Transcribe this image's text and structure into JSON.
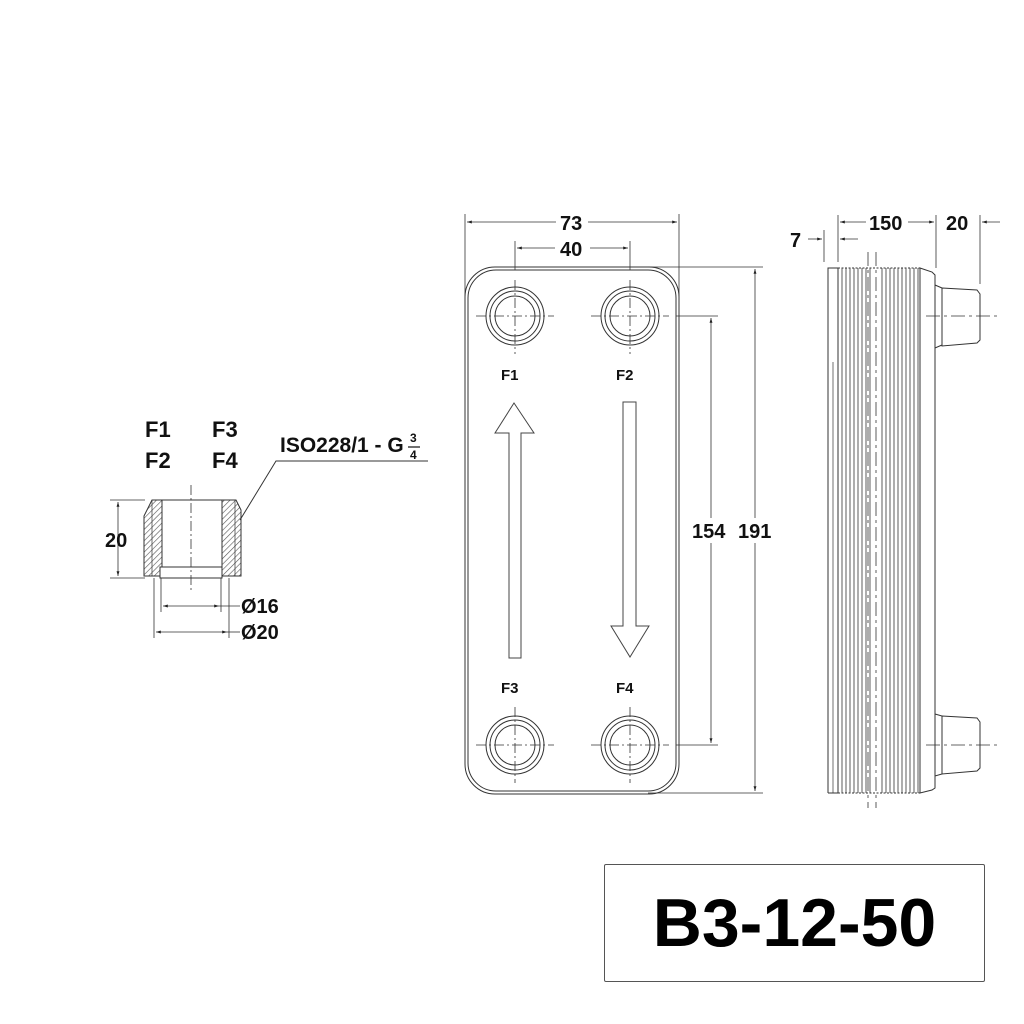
{
  "title_block": {
    "model": "B3-12-50"
  },
  "connection_detail": {
    "ports_col1": [
      "F1",
      "F2"
    ],
    "ports_col2": [
      "F3",
      "F4"
    ],
    "thread_standard": "ISO228/1 - G",
    "thread_size_num": "3",
    "thread_size_den": "4",
    "height_dim": "20",
    "inner_diameter": "Ø16",
    "outer_diameter": "Ø20"
  },
  "front_view": {
    "width_dim": "73",
    "port_spacing_dim": "40",
    "port_vertical_dim": "154",
    "height_dim": "191",
    "ports": [
      "F1",
      "F2",
      "F3",
      "F4"
    ],
    "flow_arrows": [
      "up",
      "down"
    ]
  },
  "side_view": {
    "plate_offset_dim": "7",
    "pack_length_dim": "150",
    "connection_length_dim": "20"
  },
  "colors": {
    "line": "#333333",
    "text": "#111111",
    "background": "#ffffff"
  }
}
